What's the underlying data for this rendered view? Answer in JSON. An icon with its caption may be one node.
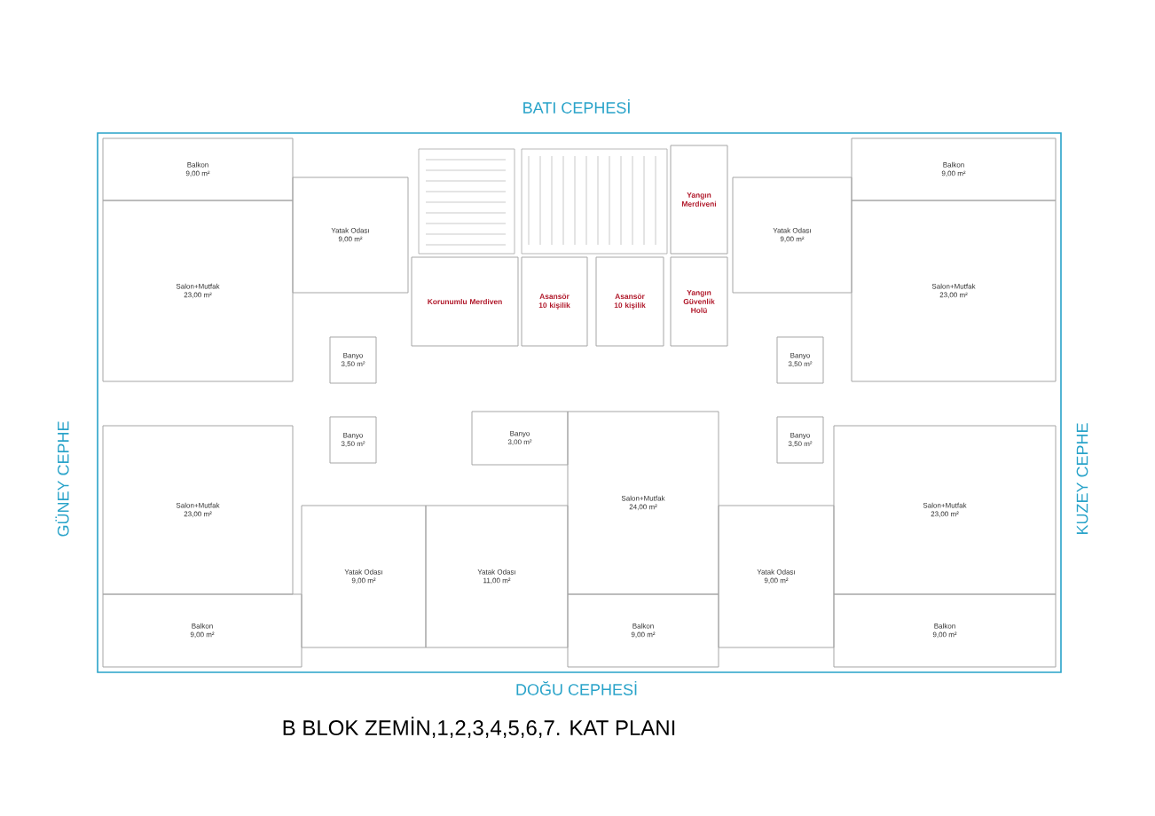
{
  "diagram": {
    "title": "B BLOK  ZEMİN,1,2,3,4,5,6,7. KAT PLANI",
    "nodes": [
      {
        "text": [
          "Balkon",
          "9,00 m²"
        ]
      },
      {
        "text": [
          "Yatak Odası",
          "9,00 m²"
        ]
      },
      {
        "text": [
          "Salon+Mutfak",
          "23,00 m²"
        ]
      },
      {
        "text": [
          "Banyo",
          "3,50 m²"
        ]
      },
      {
        "text": [
          "Banyo",
          "3,50 m²"
        ]
      },
      {
        "text": [
          "Salon+Mutfak",
          "23,00 m²"
        ]
      },
      {
        "text": [
          "Balkon",
          "9,00 m²"
        ]
      },
      {
        "text": [
          "Yatak Odası",
          "9,00 m²"
        ]
      },
      {
        "text": [
          "Yatak Odası",
          "11,00 m²"
        ]
      },
      {
        "text": [
          "Banyo",
          "3,00 m²"
        ]
      },
      {
        "text": [
          "Korunumlu Merdiven"
        ]
      },
      {
        "text": [
          "Asansör",
          "10 kişilik"
        ]
      },
      {
        "text": [
          "Asansör",
          "10 kişilik"
        ]
      },
      {
        "text": [
          "Yangın Merdiveni"
        ]
      },
      {
        "text": [
          "Yangın Güvenlik Holü"
        ]
      },
      {
        "text": [
          "Yatak Odası",
          "9,00 m²"
        ]
      },
      {
        "text": [
          "Balkon",
          "9,00 m²"
        ]
      },
      {
        "text": [
          "Salon+Mutfak",
          "23,00 m²"
        ]
      },
      {
        "text": [
          "Banyo",
          "3,50 m²"
        ]
      },
      {
        "text": [
          "Banyo",
          "3,50 m²"
        ]
      },
      {
        "text": [
          "Salon+Mutfak",
          "24,00 m²"
        ]
      },
      {
        "text": [
          "Balkon",
          "9,00 m²"
        ]
      },
      {
        "text": [
          "Yatak Odası",
          "9,00 m²"
        ]
      },
      {
        "text": [
          "Salon+Mutfak",
          "23,00 m²"
        ]
      },
      {
        "text": [
          "Balkon",
          "9,00 m²"
        ]
      }
    ],
    "labels": [
      "BATI CEPHESİ",
      "GÜNEY CEPHE",
      "KUZEY CEPHE",
      "DOĞU CEPHESİ"
    ]
  }
}
